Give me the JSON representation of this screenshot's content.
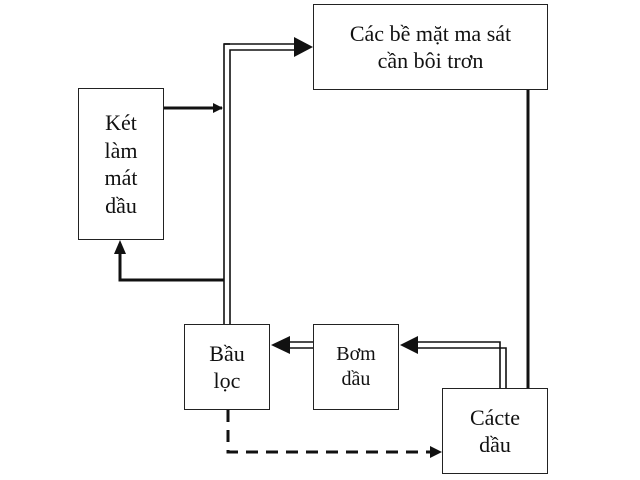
{
  "diagram": {
    "title": "Oil lubrication system flow diagram",
    "nodes": {
      "surfaces": {
        "line1": "Các bề mặt ma sát",
        "line2": "cần bôi trơn"
      },
      "cooler": {
        "line1": "Két",
        "line2": "làm",
        "line3": "mát",
        "line4": "dầu"
      },
      "filter": {
        "line1": "Bầu",
        "line2": "lọc"
      },
      "pump": {
        "line1": "Bơm",
        "line2": "dầu"
      },
      "sump": {
        "line1": "Cácte",
        "line2": "dầu"
      }
    },
    "edges": [
      {
        "from": "sump",
        "to": "pump",
        "style": "double"
      },
      {
        "from": "pump",
        "to": "filter",
        "style": "double"
      },
      {
        "from": "filter",
        "to": "surfaces",
        "style": "double"
      },
      {
        "from": "filter",
        "to": "cooler",
        "style": "single"
      },
      {
        "from": "cooler",
        "to": "surfaces",
        "style": "single"
      },
      {
        "from": "surfaces",
        "to": "sump",
        "style": "single"
      },
      {
        "from": "filter",
        "to": "sump",
        "style": "dashed"
      }
    ],
    "colors": {
      "line": "#111111",
      "background": "#ffffff"
    }
  }
}
